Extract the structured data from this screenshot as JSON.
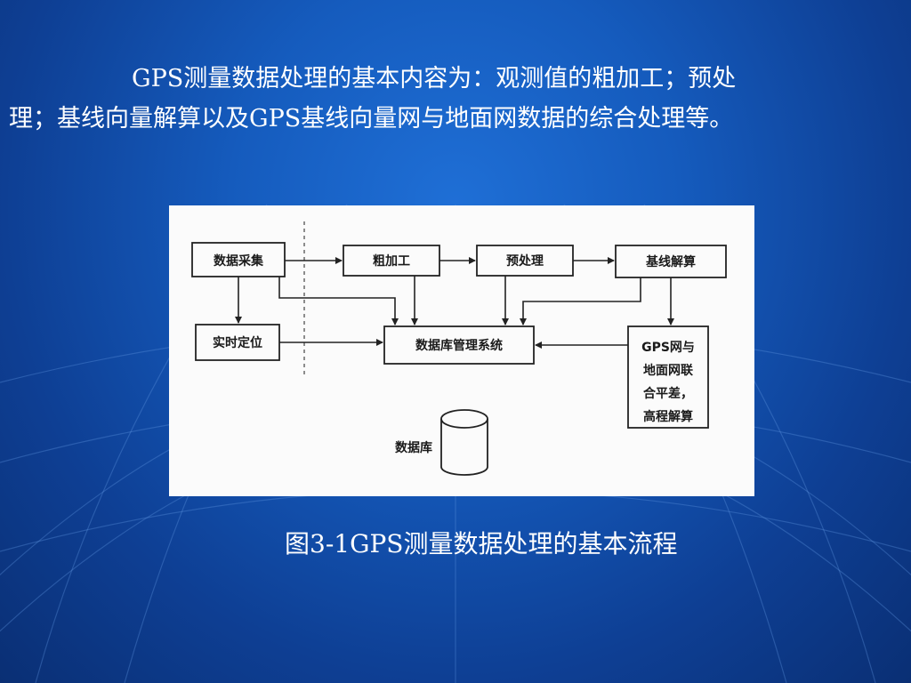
{
  "intro": {
    "line1": "GPS测量数据处理的基本内容为：观测值的粗加工；预处",
    "line2": "理；基线向量解算以及GPS基线向量网与地面网数据的综合处理等。"
  },
  "diagram": {
    "nodes": {
      "collect": "数据采集",
      "rough": "粗加工",
      "preprocess": "预处理",
      "baseline": "基线解算",
      "realtime": "实时定位",
      "dbms": "数据库管理系统",
      "gps_net_1": "GPS网与",
      "gps_net_2": "地面网联",
      "gps_net_3": "合平差，",
      "gps_net_4": "高程解算",
      "database": "数据库"
    }
  },
  "caption": "图3-1GPS测量数据处理的基本流程"
}
